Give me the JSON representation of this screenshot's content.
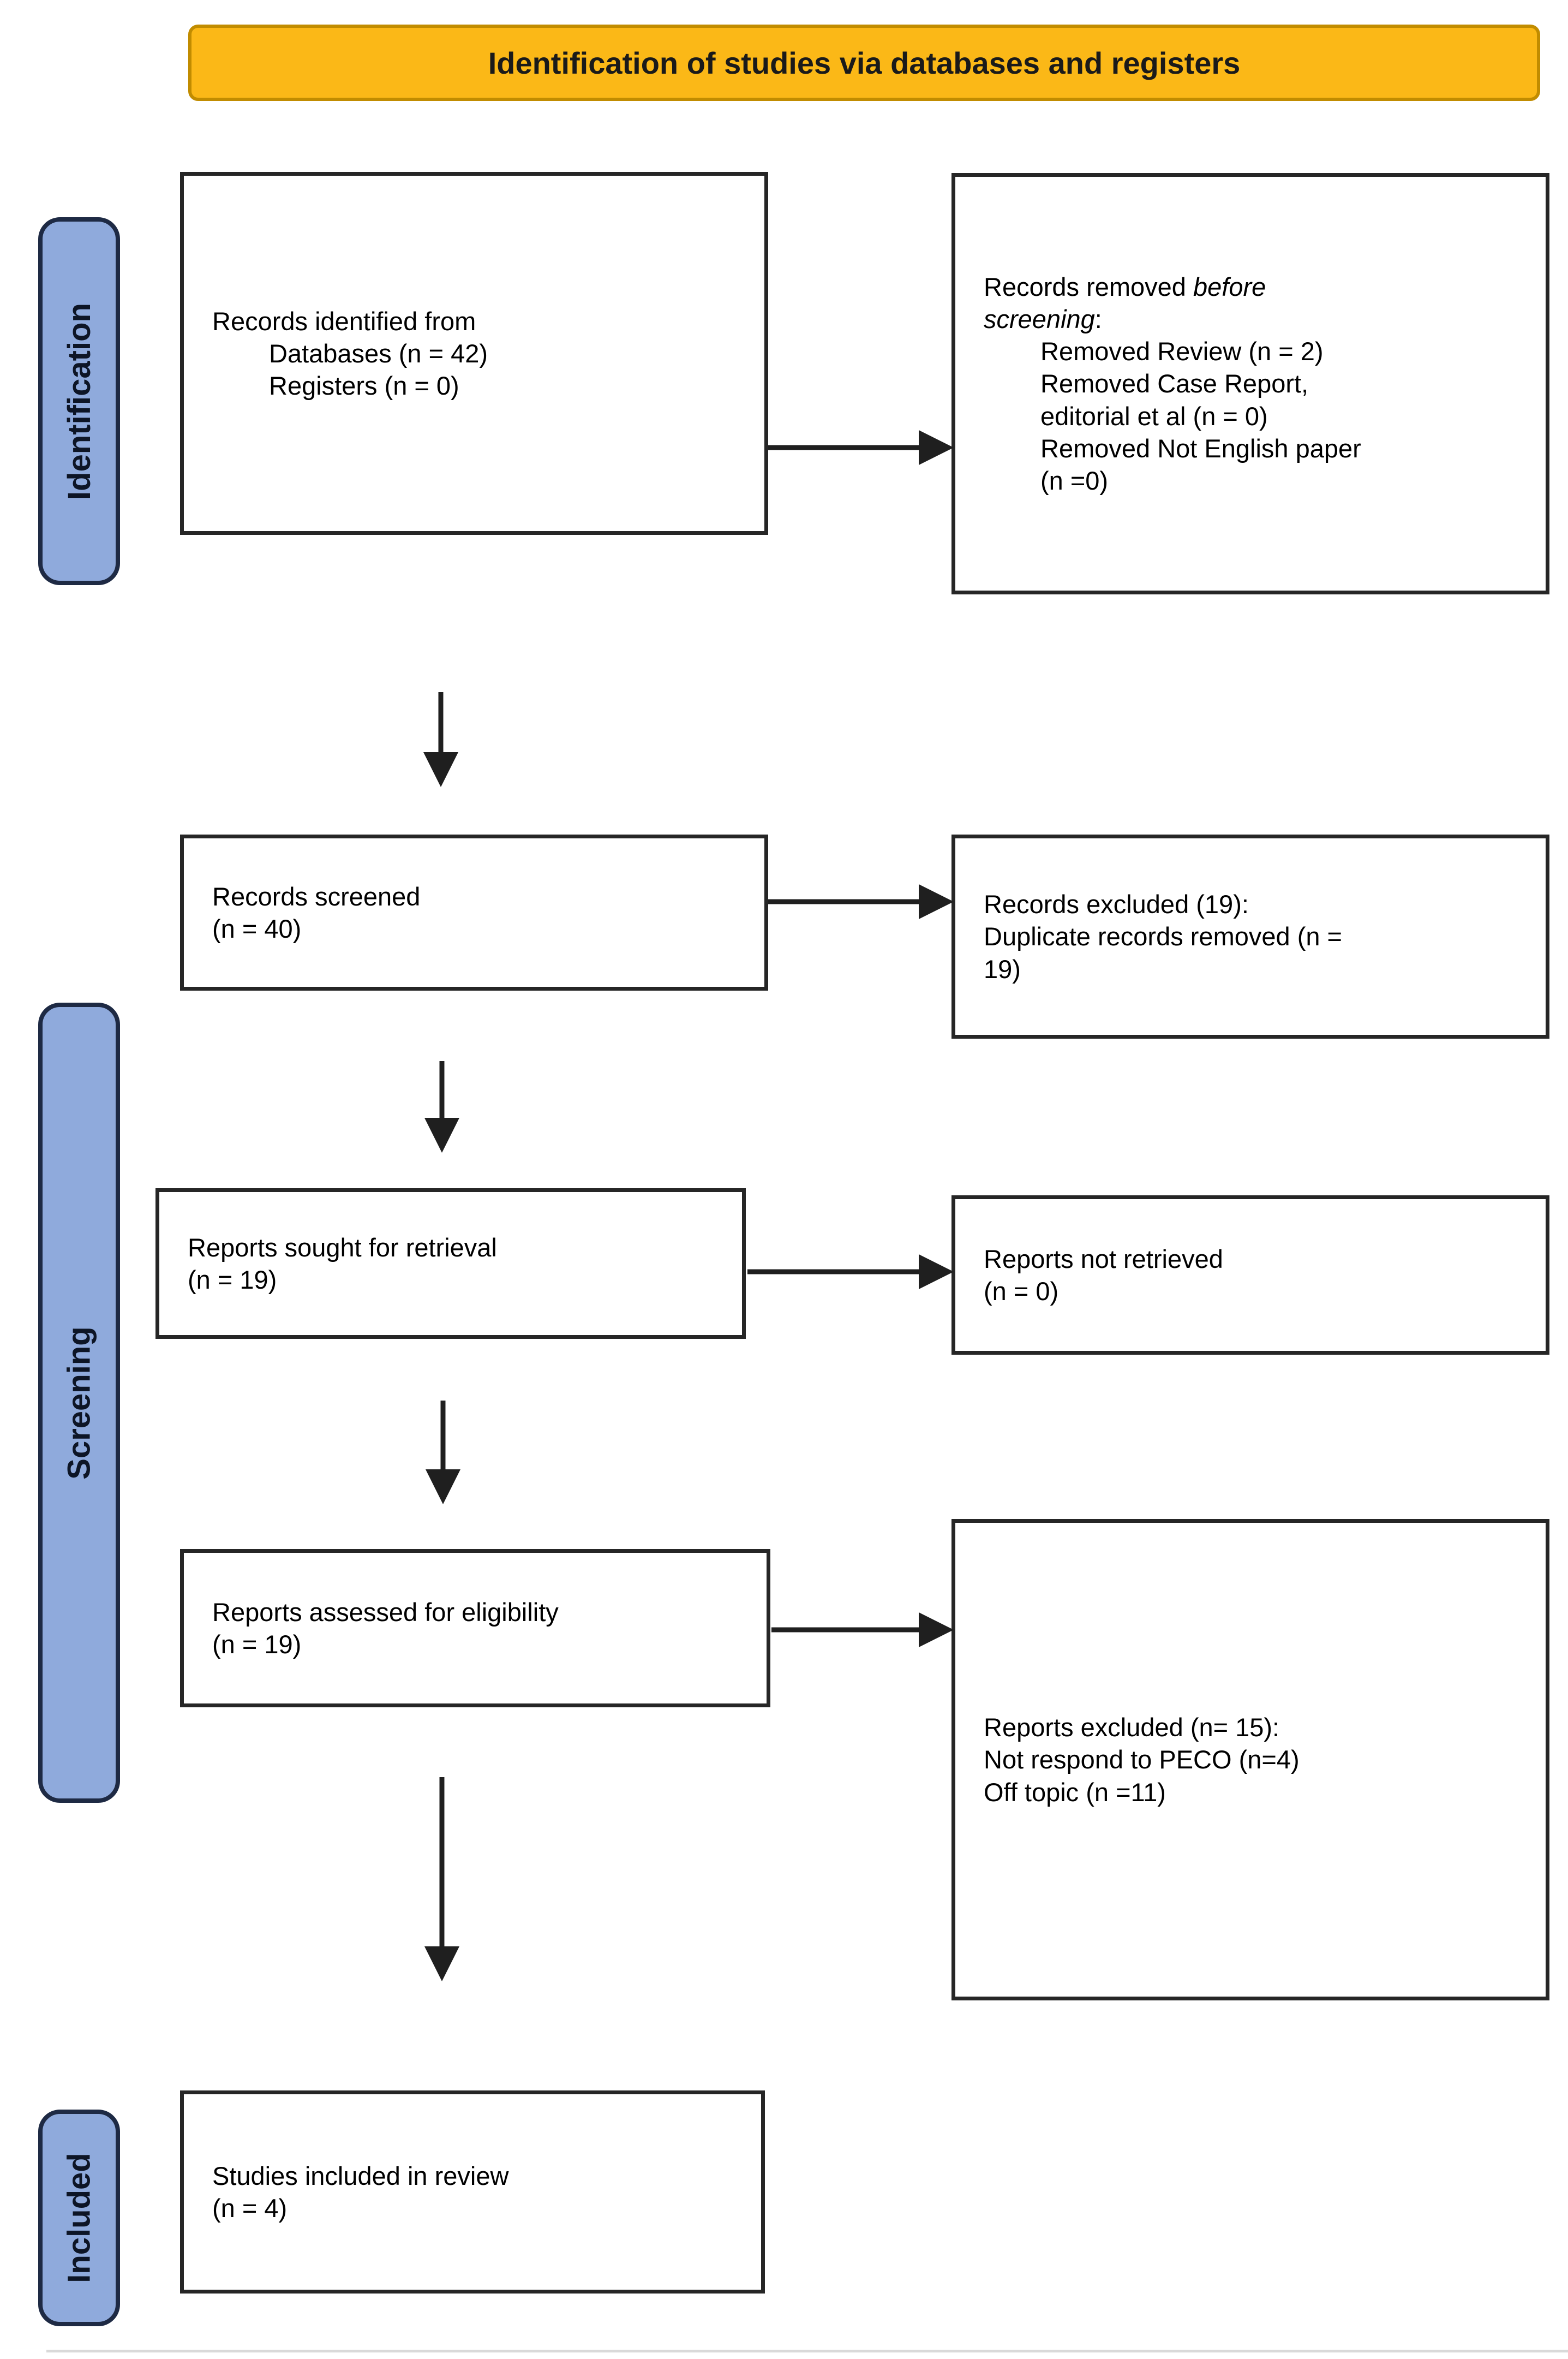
{
  "banner": {
    "title": "Identification of studies via databases and registers"
  },
  "stages": {
    "identification": "Identification",
    "screening": "Screening",
    "included": "Included"
  },
  "boxes": {
    "identified": {
      "line1": "Records identified from",
      "line2": "Databases (n = 42)",
      "line3": "Registers (n = 0)"
    },
    "removed": {
      "line1_prefix": "Records removed ",
      "line1_italic": "before",
      "line2_italic": "screening",
      "line2_suffix": ":",
      "item1": "Removed Review (n = 2)",
      "item2": "Removed Case Report,",
      "item3": "editorial et al (n = 0)",
      "item4": "Removed Not English paper",
      "item5": "(n =0)"
    },
    "screened": {
      "line1": "Records screened",
      "line2": "(n = 40)"
    },
    "records_excluded": {
      "line1": "Records excluded (19):",
      "line2": "Duplicate records removed (n =",
      "line3": "19)"
    },
    "sought": {
      "line1": "Reports sought for retrieval",
      "line2": "(n = 19)"
    },
    "not_retrieved": {
      "line1": "Reports not retrieved",
      "line2": "(n = 0)"
    },
    "assessed": {
      "line1": "Reports assessed for eligibility",
      "line2": "(n = 19)"
    },
    "reports_excluded": {
      "line1": "Reports excluded (n= 15):",
      "line2": "Not respond to PECO (n=4)",
      "line3": "Off topic (n =11)"
    },
    "included_box": {
      "line1": "Studies included in review",
      "line2": "(n = 4)"
    }
  },
  "colors": {
    "banner_fill": "#FBB817",
    "banner_border": "#C18C00",
    "stage_fill": "#8FAADC",
    "stage_border": "#1E2A44",
    "box_border": "#262626",
    "arrow": "#1F1F1F"
  }
}
